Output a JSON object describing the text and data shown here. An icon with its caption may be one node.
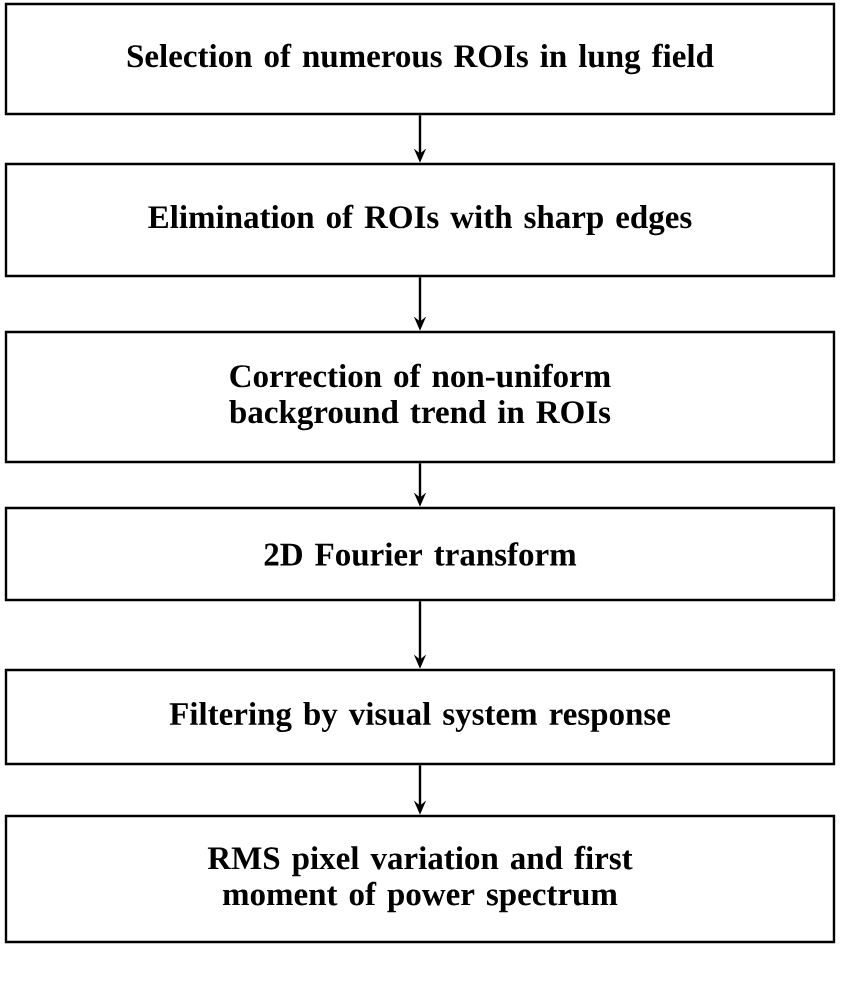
{
  "diagram": {
    "nodes": [
      {
        "text": [
          "Selection of numerous ROIs in lung field"
        ]
      },
      {
        "text": [
          "Elimination of ROIs with sharp edges"
        ]
      },
      {
        "text": [
          "Correction of non-uniform background trend in ROIs"
        ]
      },
      {
        "text": [
          "2D Fourier transform"
        ]
      },
      {
        "text": [
          "Filtering by visual system response"
        ]
      },
      {
        "text": [
          "RMS pixel variation and first moment of power spectrum"
        ]
      }
    ],
    "edges": [
      {
        "from": 0,
        "to": 1,
        "arrow": "to"
      },
      {
        "from": 1,
        "to": 2,
        "arrow": "to"
      },
      {
        "from": 2,
        "to": 3,
        "arrow": "to"
      },
      {
        "from": 3,
        "to": 4,
        "arrow": "to"
      },
      {
        "from": 4,
        "to": 5,
        "arrow": "to"
      }
    ]
  }
}
